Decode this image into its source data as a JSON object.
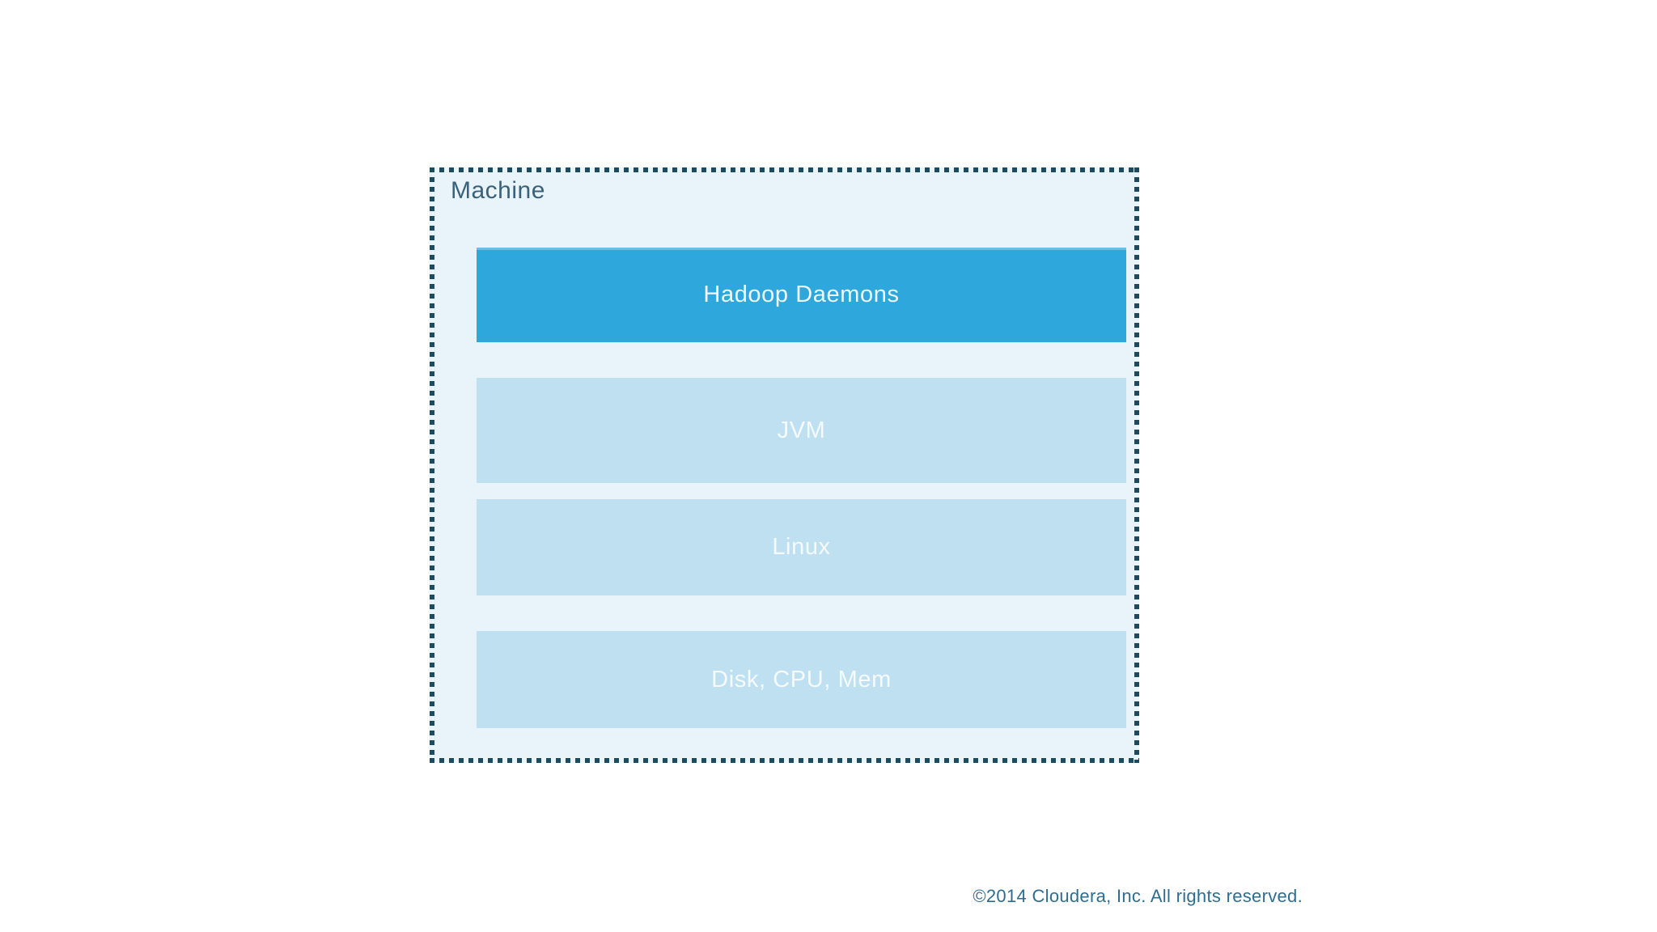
{
  "page": {
    "background": "#ffffff"
  },
  "diagram": {
    "container": {
      "label": "Machine",
      "border_color": "#1c4a5f",
      "fill": "#e9f3fa",
      "label_color": "#3a617a"
    },
    "layers": [
      {
        "label": "Hadoop Daemons",
        "fill": "#2da7dc",
        "text_color": "#eef7fc",
        "variant": "primary"
      },
      {
        "label": "JVM",
        "fill": "#bfe0f1",
        "text_color": "#f5fafd",
        "variant": "light"
      },
      {
        "label": "Linux",
        "fill": "#bfe0f1",
        "text_color": "#f5fafd",
        "variant": "light"
      },
      {
        "label": "Disk, CPU, Mem",
        "fill": "#bfe0f1",
        "text_color": "#f5fafd",
        "variant": "light"
      }
    ]
  },
  "footer": {
    "copyright": "©2014 Cloudera, Inc. All rights reserved.",
    "color": "#2f6d90"
  }
}
